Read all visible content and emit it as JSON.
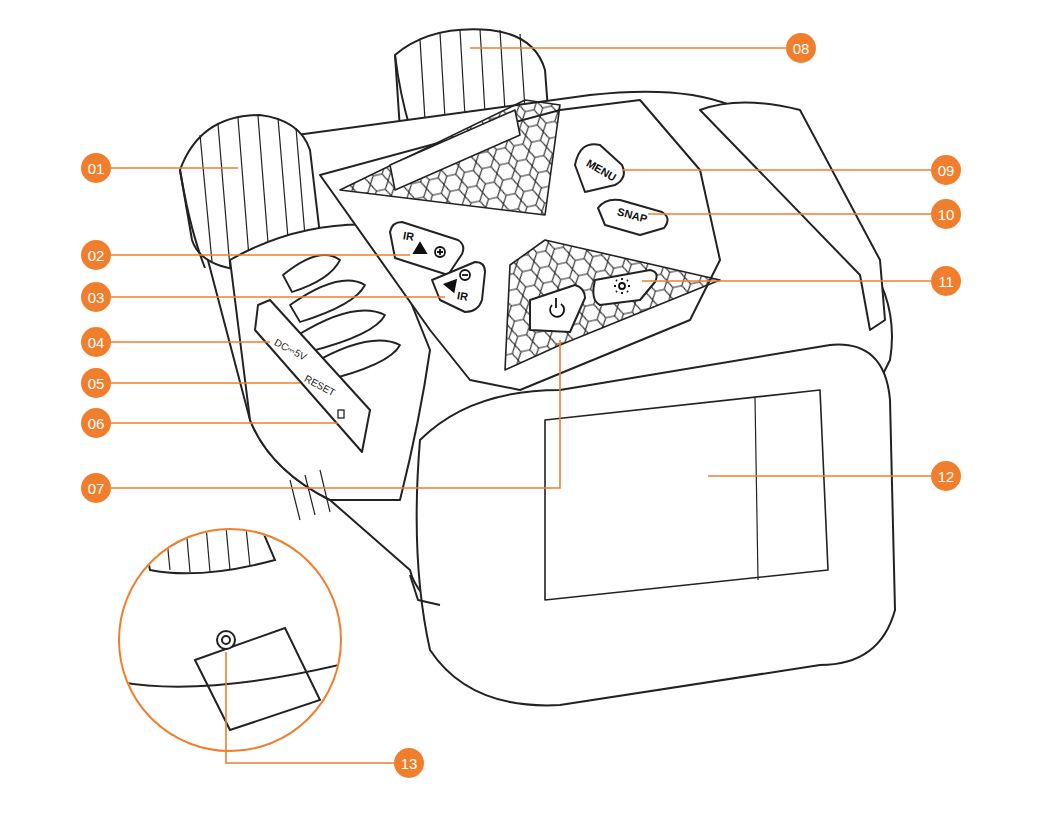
{
  "diagram": {
    "labels": [
      "08",
      "01",
      "09",
      "10",
      "02",
      "03",
      "11",
      "04",
      "05",
      "06",
      "07",
      "12",
      "13",
      "MENU",
      "SNAP",
      "IR",
      "IR",
      "DC⎓5V",
      "RESET"
    ]
  }
}
